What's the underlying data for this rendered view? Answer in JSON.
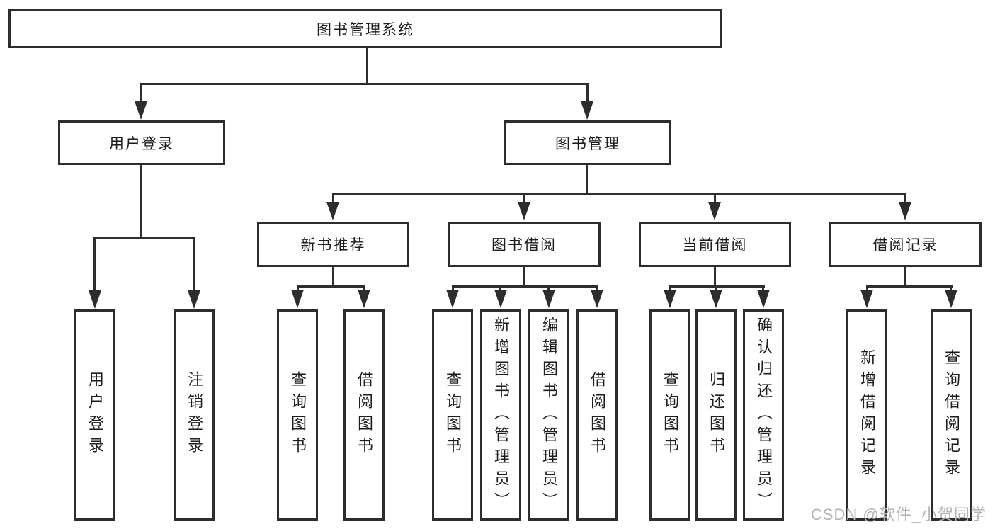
{
  "diagram": {
    "type": "tree",
    "watermark": "CSDN @软件_小贺同学",
    "colors": {
      "line": "#2d2d2d",
      "box_border": "#2d2d2d",
      "text": "#1d1d1d",
      "watermark": "#b4b4b4",
      "background": "#ffffff"
    },
    "nodes": {
      "root": {
        "label": "图书管理系统"
      },
      "user_login": {
        "label": "用户登录"
      },
      "book_mgmt": {
        "label": "图书管理"
      },
      "new_book_rec": {
        "label": "新书推荐"
      },
      "book_borrow": {
        "label": "图书借阅"
      },
      "current_borrow": {
        "label": "当前借阅"
      },
      "borrow_records": {
        "label": "借阅记录"
      },
      "leaf_user_login": {
        "label": "用户登录"
      },
      "leaf_logout": {
        "label": "注销登录"
      },
      "leaf_nbr_query": {
        "label": "查询图书"
      },
      "leaf_nbr_borrow": {
        "label": "借阅图书"
      },
      "leaf_bb_query": {
        "label": "查询图书"
      },
      "leaf_bb_add": {
        "label": "新增图书（管理员）"
      },
      "leaf_bb_edit": {
        "label": "编辑图书（管理员）"
      },
      "leaf_bb_borrow": {
        "label": "借阅图书"
      },
      "leaf_cb_query": {
        "label": "查询图书"
      },
      "leaf_cb_return": {
        "label": "归还图书"
      },
      "leaf_cb_confirm": {
        "label": "确认归还（管理员）"
      },
      "leaf_br_add": {
        "label": "新增借阅记录"
      },
      "leaf_br_query": {
        "label": "查询借阅记录"
      }
    },
    "tree": {
      "图书管理系统": [
        "用户登录",
        "图书管理"
      ],
      "用户登录": [
        "用户登录",
        "注销登录"
      ],
      "图书管理": [
        "新书推荐",
        "图书借阅",
        "当前借阅",
        "借阅记录"
      ],
      "新书推荐": [
        "查询图书",
        "借阅图书"
      ],
      "图书借阅": [
        "查询图书",
        "新增图书（管理员）",
        "编辑图书（管理员）",
        "借阅图书"
      ],
      "当前借阅": [
        "查询图书",
        "归还图书",
        "确认归还（管理员）"
      ],
      "借阅记录": [
        "新增借阅记录",
        "查询借阅记录"
      ]
    }
  }
}
